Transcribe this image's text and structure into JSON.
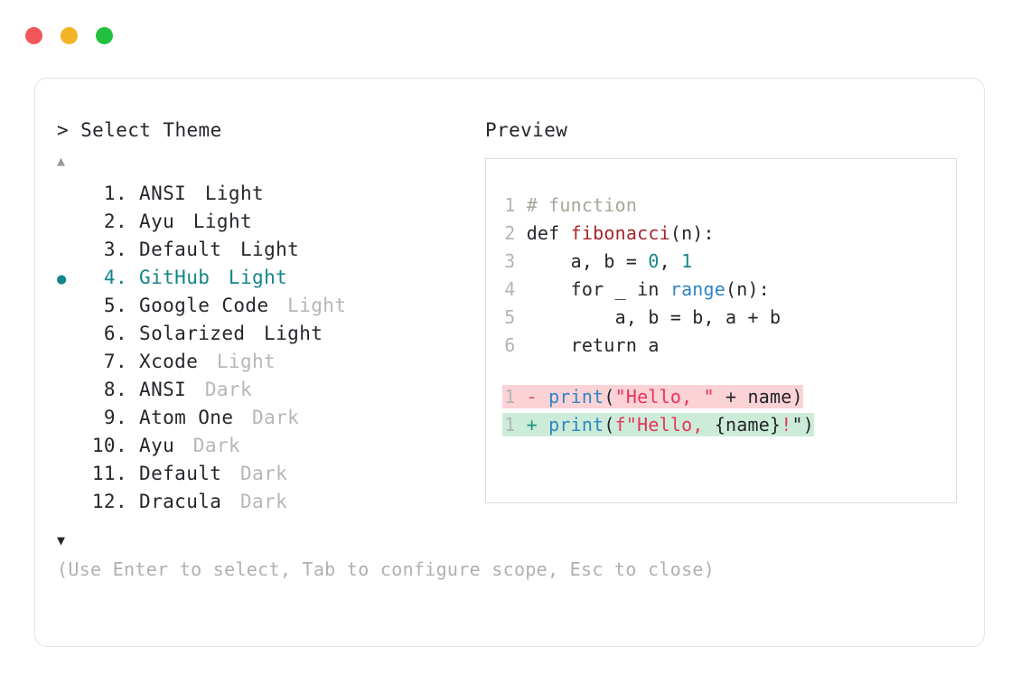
{
  "titlebar": {
    "dots": [
      {
        "name": "close",
        "color": "#f1575a"
      },
      {
        "name": "minimize",
        "color": "#f3b326"
      },
      {
        "name": "maximize",
        "color": "#23bf3e"
      }
    ]
  },
  "prompt": {
    "caret": ">",
    "label": "Select Theme"
  },
  "scroll": {
    "up": "▲",
    "down": "▼"
  },
  "selection": {
    "bullet": "●",
    "selected_index": 4,
    "accent": "#13868a"
  },
  "themes": [
    {
      "number": "1.",
      "name": "ANSI",
      "suffix": "Light",
      "suffix_dim": false,
      "selected": false
    },
    {
      "number": "2.",
      "name": "Ayu",
      "suffix": "Light",
      "suffix_dim": false,
      "selected": false
    },
    {
      "number": "3.",
      "name": "Default",
      "suffix": "Light",
      "suffix_dim": false,
      "selected": false
    },
    {
      "number": "4.",
      "name": "GitHub",
      "suffix": "Light",
      "suffix_dim": false,
      "selected": true
    },
    {
      "number": "5.",
      "name": "Google Code",
      "suffix": "Light",
      "suffix_dim": true,
      "selected": false
    },
    {
      "number": "6.",
      "name": "Solarized",
      "suffix": "Light",
      "suffix_dim": false,
      "selected": false
    },
    {
      "number": "7.",
      "name": "Xcode",
      "suffix": "Light",
      "suffix_dim": true,
      "selected": false
    },
    {
      "number": "8.",
      "name": "ANSI",
      "suffix": "Dark",
      "suffix_dim": true,
      "selected": false
    },
    {
      "number": "9.",
      "name": "Atom One",
      "suffix": "Dark",
      "suffix_dim": true,
      "selected": false
    },
    {
      "number": "10.",
      "name": "Ayu",
      "suffix": "Dark",
      "suffix_dim": true,
      "selected": false
    },
    {
      "number": "11.",
      "name": "Default",
      "suffix": "Dark",
      "suffix_dim": true,
      "selected": false
    },
    {
      "number": "12.",
      "name": "Dracula",
      "suffix": "Dark",
      "suffix_dim": true,
      "selected": false
    }
  ],
  "preview": {
    "label": "Preview",
    "code_lines": [
      {
        "gutter": "1",
        "tokens": [
          {
            "t": "# function",
            "c": "comment"
          }
        ]
      },
      {
        "gutter": "2",
        "tokens": [
          {
            "t": "def ",
            "c": "kw"
          },
          {
            "t": "fibonacci",
            "c": "fn"
          },
          {
            "t": "(n):",
            "c": "plain"
          }
        ]
      },
      {
        "gutter": "3",
        "tokens": [
          {
            "t": "    a, b = ",
            "c": "plain"
          },
          {
            "t": "0",
            "c": "num"
          },
          {
            "t": ", ",
            "c": "plain"
          },
          {
            "t": "1",
            "c": "num"
          }
        ]
      },
      {
        "gutter": "4",
        "tokens": [
          {
            "t": "    for _ in ",
            "c": "plain"
          },
          {
            "t": "range",
            "c": "builtin"
          },
          {
            "t": "(n):",
            "c": "plain"
          }
        ]
      },
      {
        "gutter": "5",
        "tokens": [
          {
            "t": "        a, b = b, a + b",
            "c": "plain"
          }
        ]
      },
      {
        "gutter": "6",
        "tokens": [
          {
            "t": "    return a",
            "c": "plain"
          }
        ]
      }
    ],
    "diff_lines": [
      {
        "kind": "del",
        "gutter": "1",
        "sign": "-",
        "tokens": [
          {
            "t": "print",
            "c": "call"
          },
          {
            "t": "(",
            "c": "plain"
          },
          {
            "t": "\"Hello, \"",
            "c": "str"
          },
          {
            "t": " + name)",
            "c": "plain"
          }
        ]
      },
      {
        "kind": "add",
        "gutter": "1",
        "sign": "+",
        "tokens": [
          {
            "t": "print",
            "c": "call"
          },
          {
            "t": "(",
            "c": "plain"
          },
          {
            "t": "f\"Hello, ",
            "c": "str"
          },
          {
            "t": "{name}",
            "c": "plain"
          },
          {
            "t": "!",
            "c": "str"
          },
          {
            "t": "\")",
            "c": "plain"
          }
        ]
      }
    ]
  },
  "footer": {
    "hint": "(Use Enter to select, Tab to configure scope, Esc to close)"
  }
}
